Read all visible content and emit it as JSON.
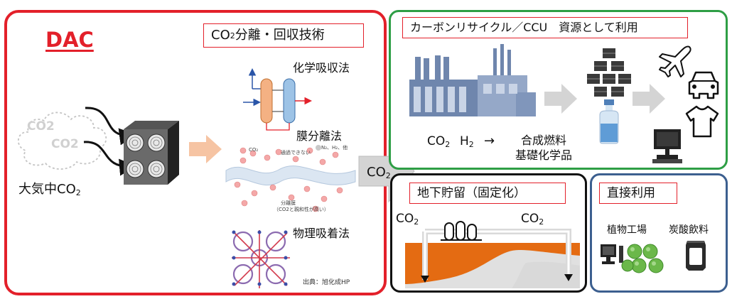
{
  "dac": {
    "title": "DAC",
    "co2_bubble_1": "CO2",
    "co2_bubble_2": "CO2",
    "air_label_base": "大気中CO",
    "air_label_sub": "2",
    "section_title_pre": "CO",
    "section_title_sub": "2",
    "section_title_post": "分離・回収技術",
    "methods": [
      "化学吸収法",
      "膜分離法",
      "物理吸着法"
    ],
    "membrane_notes": [
      "CO₂",
      "通過できない",
      "N₂、H₂、他",
      "分離膜",
      "（CO2と親和性が高い）"
    ],
    "source": "出典：旭化成HP"
  },
  "flow_arrow": {
    "label_base": "CO",
    "label_sub": "2"
  },
  "ccu": {
    "title": "カーボンリサイクル／CCU　資源として利用",
    "inputs": [
      {
        "base": "CO",
        "sub": "2"
      },
      {
        "base": "H",
        "sub": "2"
      }
    ],
    "arrow": "→",
    "products": [
      "合成燃料",
      "基礎化学品"
    ]
  },
  "storage": {
    "title": "地下貯留（固定化）",
    "left_base": "CO",
    "left_sub": "2",
    "right_base": "CO",
    "right_sub": "2"
  },
  "direct": {
    "title": "直接利用",
    "items": [
      "植物工場",
      "炭酸飲料"
    ]
  },
  "colors": {
    "dac_red": "#e3202a",
    "ccu_green": "#2e9e45",
    "storage_black": "#111111",
    "direct_blue": "#3c5f8f",
    "ground_orange": "#e46b12",
    "factory_blue": "#6f86ad",
    "arrow_gray": "#d4d4d4",
    "arrow_peach": "#f6c4a3"
  }
}
